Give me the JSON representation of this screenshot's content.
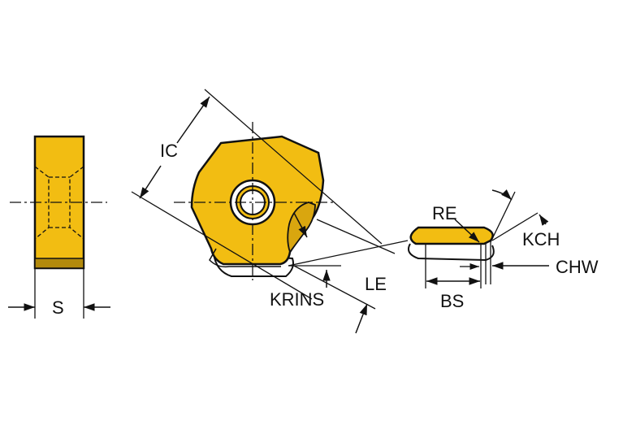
{
  "labels": {
    "s": "S",
    "ic": "IC",
    "krins": "KRINS",
    "le": "LE",
    "re": "RE",
    "kch": "KCH",
    "chw": "CHW",
    "bs": "BS"
  },
  "colors": {
    "insert_fill": "#f2bd12",
    "insert_shade": "#b38a0c",
    "outline": "#111111",
    "background": "#ffffff"
  }
}
